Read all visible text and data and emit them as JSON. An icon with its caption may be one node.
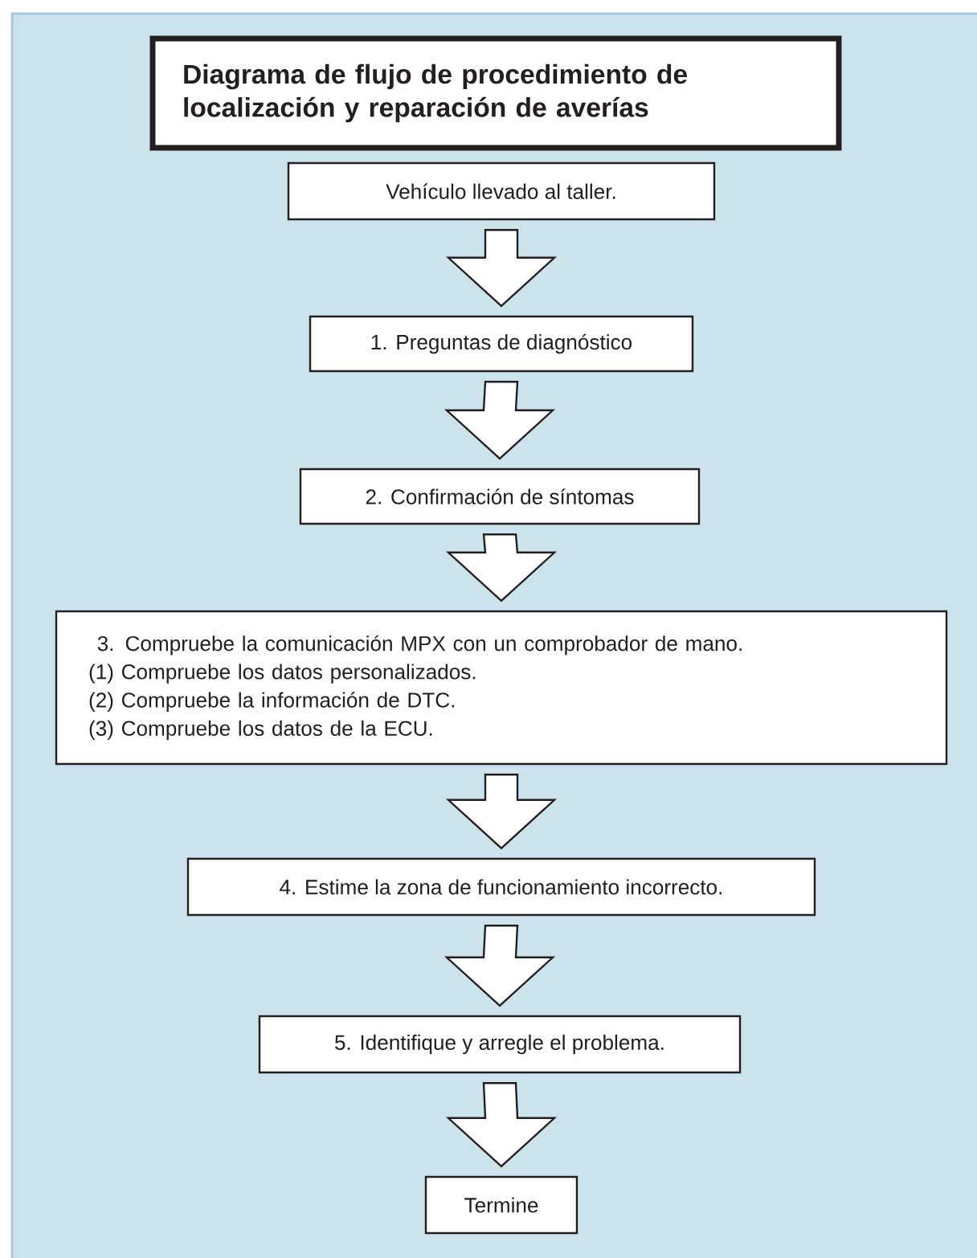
{
  "diagram": {
    "title": "Diagrama de flujo de procedimiento de localización y reparación de averías",
    "nodes": [
      {
        "text": [
          "Vehículo llevado al taller."
        ]
      },
      {
        "text": [
          "1. Preguntas de diagnóstico"
        ]
      },
      {
        "text": [
          "2. Confirmación de síntomas"
        ]
      },
      {
        "text": [
          "3. Compruebe la comunicación MPX con un comprobador de mano.",
          "(1) Compruebe los datos personalizados.",
          "(2) Compruebe la información de DTC.",
          "(3) Compruebe los datos de la ECU."
        ]
      },
      {
        "text": [
          "4. Estime la zona de funcionamiento incorrecto."
        ]
      },
      {
        "text": [
          "5. Identifique y arregle el problema."
        ]
      },
      {
        "text": [
          "Termine"
        ]
      }
    ],
    "edges": [
      {
        "from": 0,
        "to": 1,
        "arrow": "to"
      },
      {
        "from": 1,
        "to": 2,
        "arrow": "to"
      },
      {
        "from": 2,
        "to": 3,
        "arrow": "to"
      },
      {
        "from": 3,
        "to": 4,
        "arrow": "to"
      },
      {
        "from": 4,
        "to": 5,
        "arrow": "to"
      },
      {
        "from": 5,
        "to": 6,
        "arrow": "to"
      }
    ]
  }
}
